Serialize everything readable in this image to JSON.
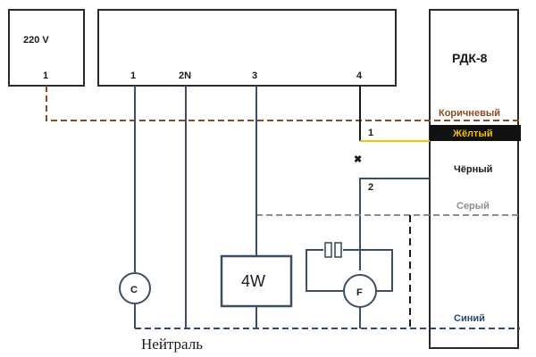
{
  "diagram": {
    "source": {
      "voltage": "220 V",
      "terminal": "1"
    },
    "controller": {
      "terminals": [
        "1",
        "2N",
        "3",
        "4"
      ]
    },
    "rdk": {
      "title": "РДК-8",
      "wires": {
        "brown": "Коричневый",
        "yellow": "Жёлтый",
        "black": "Чёрный",
        "gray": "Серый",
        "blue": "Синий"
      }
    },
    "links": {
      "link1": "1",
      "link2": "2"
    },
    "components": {
      "c": "C",
      "load": "4W",
      "fan": "F"
    },
    "neutral_label": "Нейтраль",
    "colors": {
      "brown": "#8b4a1f",
      "yellow": "#f2c200",
      "gray": "#8c8c8c",
      "blue": "#2b4a73",
      "line": "#3d4f66"
    }
  }
}
